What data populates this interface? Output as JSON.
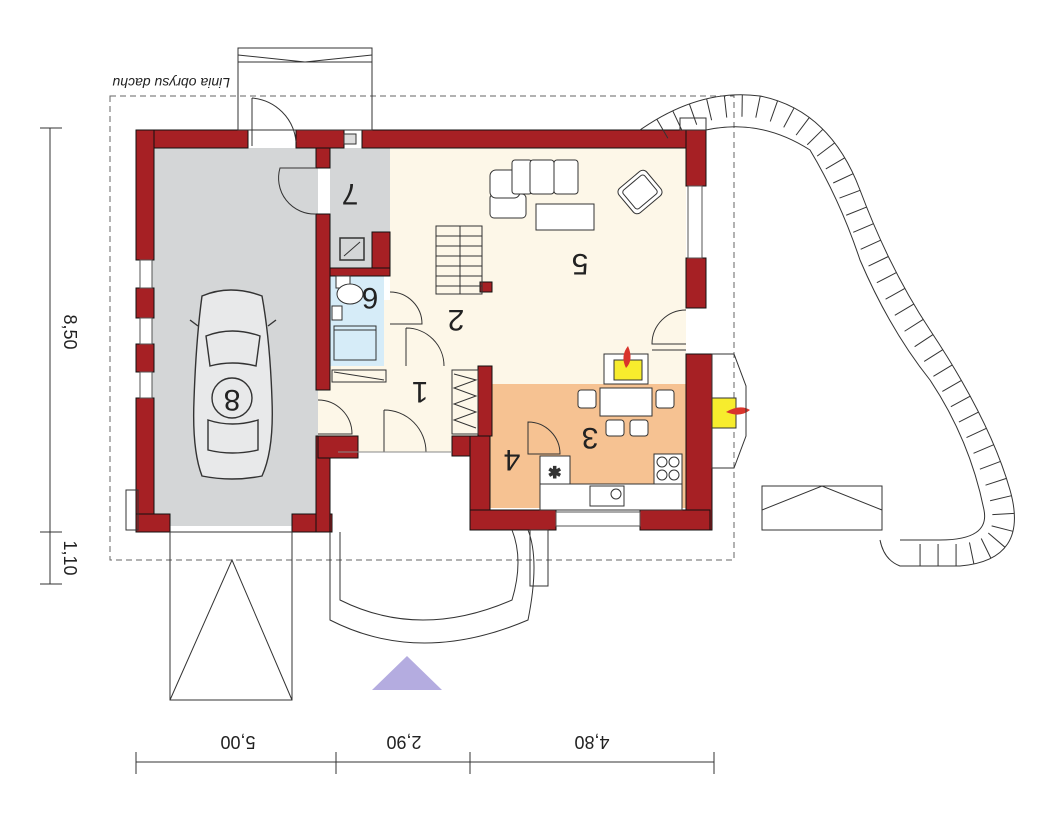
{
  "roof_outline_label": "Linia obrysu dachu",
  "rooms": [
    {
      "number": "1"
    },
    {
      "number": "2"
    },
    {
      "number": "3"
    },
    {
      "number": "4"
    },
    {
      "number": "5"
    },
    {
      "number": "6"
    },
    {
      "number": "7"
    },
    {
      "number": "8"
    }
  ],
  "dimensions": {
    "bottom": [
      "5,00",
      "2,90",
      "4,80"
    ],
    "left": [
      "8,50",
      "1,10"
    ]
  },
  "colors": {
    "wall": "#a62024",
    "garage_floor": "#d4d6d7",
    "living_floor": "#fdf7e8",
    "kitchen_floor": "#f6c292",
    "bathroom_floor": "#d6ecf8",
    "fireplace": "#f7ec2d",
    "flame": "#d9342b",
    "entrance_arrow": "#b4ace0"
  },
  "icons": [
    "car-icon",
    "fireplace-icon",
    "entrance-arrow-icon",
    "sofa-icon",
    "armchair-icon",
    "stairs-icon",
    "stove-icon",
    "sink-icon",
    "toilet-icon",
    "shower-icon",
    "table-icon"
  ]
}
